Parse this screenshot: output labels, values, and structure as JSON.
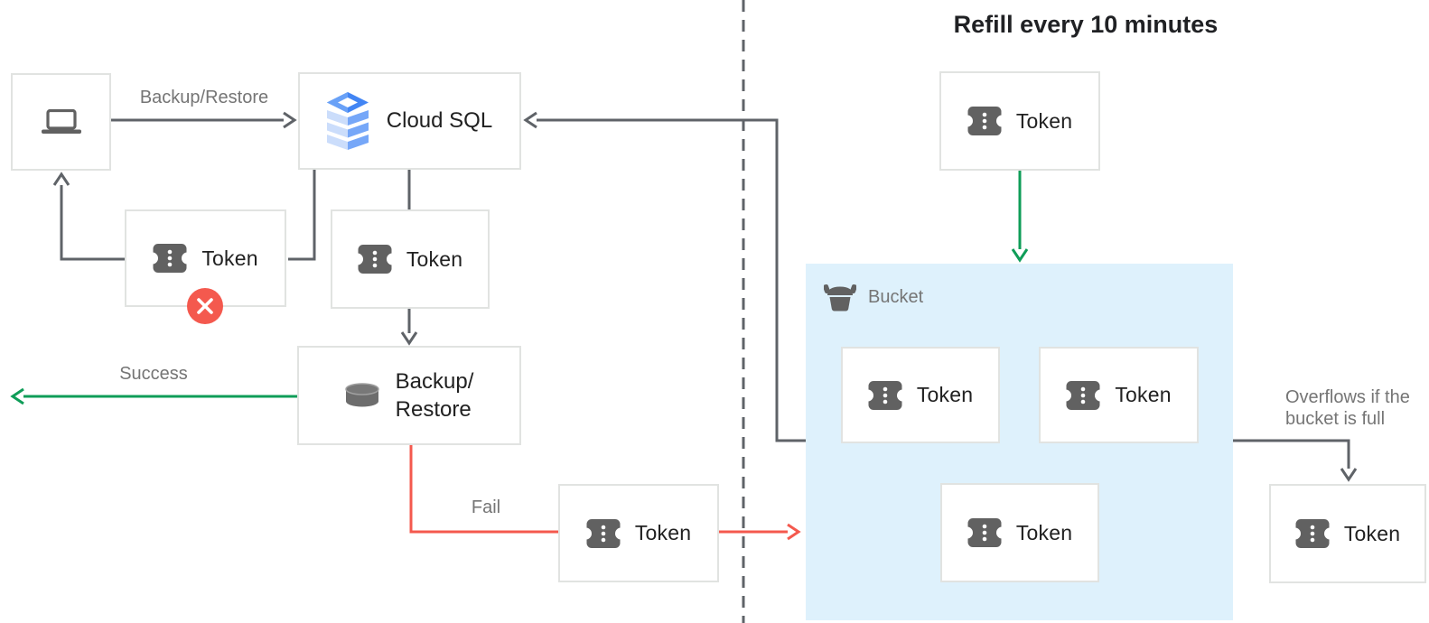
{
  "diagram": {
    "title": "Refill every 10 minutes",
    "connector_labels": {
      "backup_restore": "Backup/Restore",
      "success": "Success",
      "fail": "Fail",
      "overflow_line1": "Overflows if the",
      "overflow_line2": "bucket is full"
    },
    "nodes": {
      "cloud_sql": "Cloud SQL",
      "backup_restore_line1": "Backup/",
      "backup_restore_line2": "Restore",
      "token": "Token",
      "bucket": "Bucket"
    },
    "colors": {
      "success_green": "#0f9d58",
      "fail_red": "#f4594e",
      "connector_gray": "#5f6368",
      "bucket_fill": "#def1fc",
      "icon_gray": "#616161",
      "cloud_sql_blue": "#4285f4",
      "box_border": "#e1e3e1",
      "label_gray": "#757575",
      "text_dark": "#212121"
    }
  }
}
